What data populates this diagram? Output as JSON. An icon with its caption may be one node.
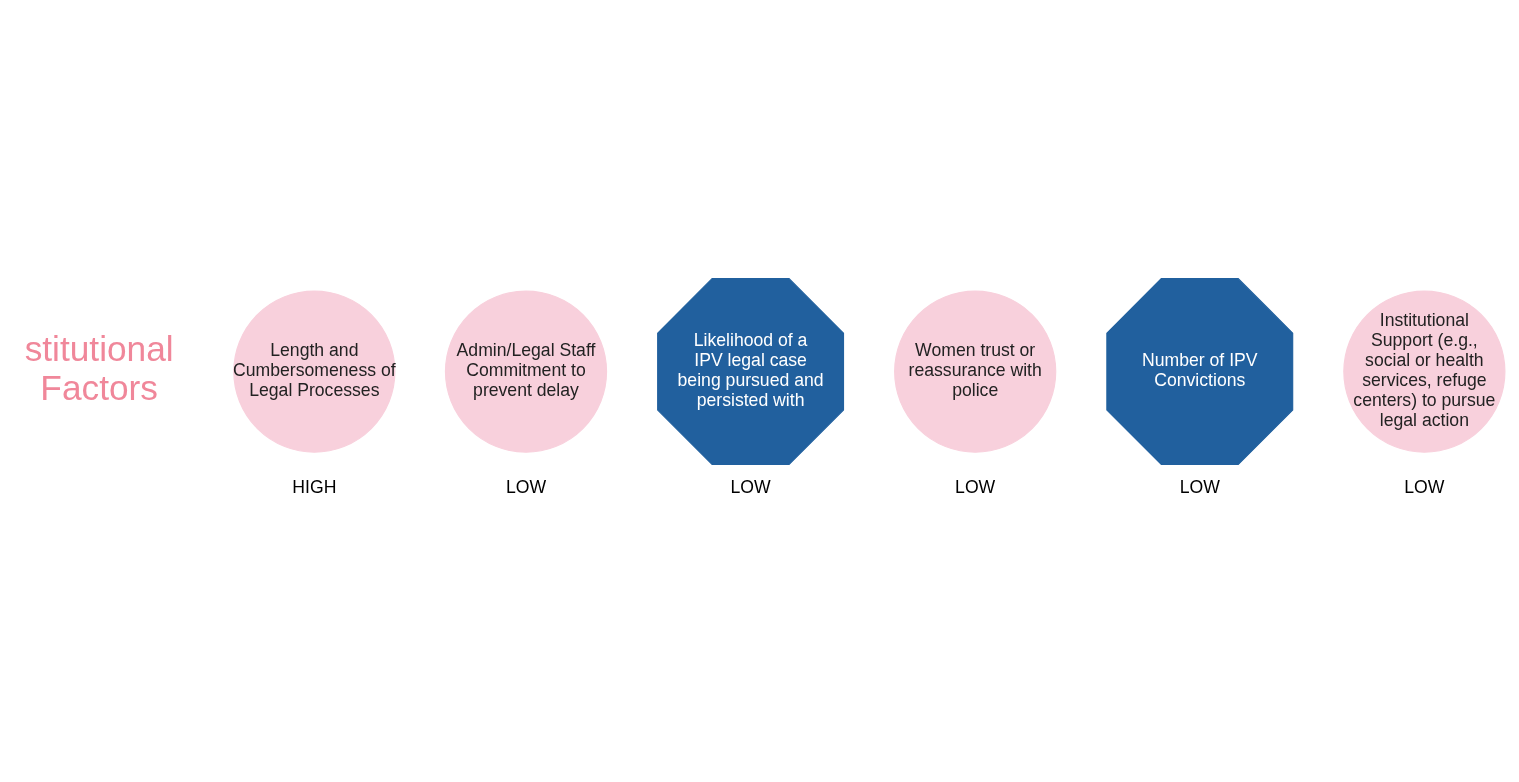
{
  "diagram": {
    "nodes": [
      {
        "text": [
          "Length and Cumbersomeness of Legal Processes"
        ],
        "beside": [
          "HIGH"
        ]
      },
      {
        "text": [
          "Admin/Legal Staff Commitment to prevent delay"
        ],
        "beside": [
          "LOW"
        ]
      },
      {
        "text": [
          "Likelihood of a IPV legal case being pursued and persisted with"
        ],
        "beside": [
          "LOW"
        ]
      },
      {
        "text": [
          "Women trust or reassurance with police"
        ],
        "beside": [
          "LOW"
        ]
      },
      {
        "text": [
          "Number of IPV Convictions"
        ],
        "beside": [
          "LOW"
        ]
      },
      {
        "text": [
          "Institutional Support (e.g., social or health services, refuge centers) to pursue legal action"
        ],
        "beside": [
          "LOW"
        ]
      }
    ],
    "labels": [
      "stitutional Factors"
    ]
  }
}
